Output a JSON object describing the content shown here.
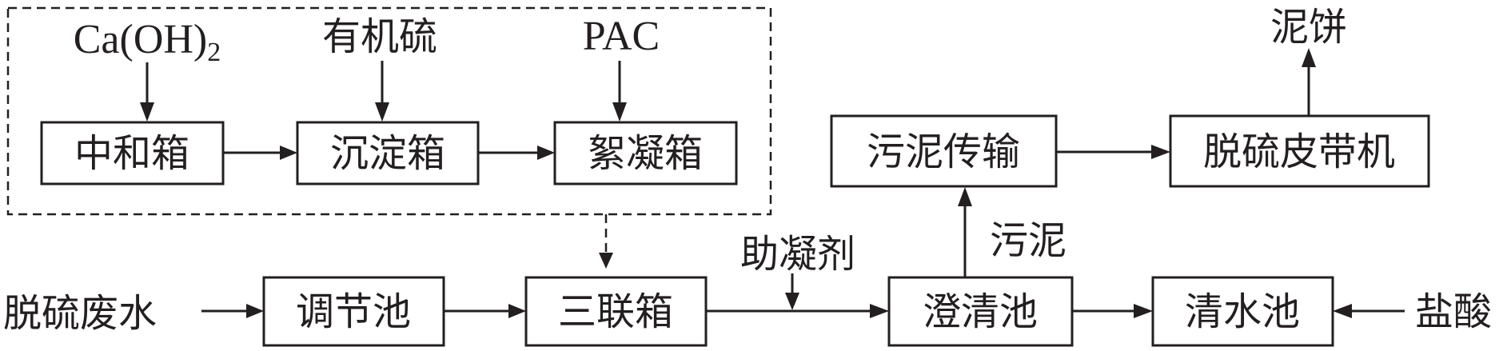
{
  "nodes": {
    "neutralization_tank": "中和箱",
    "sedimentation_tank": "沉淀箱",
    "flocculation_tank": "絮凝箱",
    "sludge_transport": "污泥传输",
    "desulfurization_belt": "脱硫皮带机",
    "regulating_tank": "调节池",
    "triple_tank": "三联箱",
    "clarifier": "澄清池",
    "clear_water_tank": "清水池"
  },
  "inputs": {
    "calcium_hydroxide": "Ca(OH)",
    "calcium_hydroxide_subscript": "2",
    "organosulfur": "有机硫",
    "pac": "PAC",
    "desulfurization_wastewater": "脱硫废水",
    "coagulant_aid": "助凝剂",
    "hydrochloric_acid": "盐酸"
  },
  "outputs": {
    "sludge": "污泥",
    "sludge_cake": "泥饼"
  }
}
